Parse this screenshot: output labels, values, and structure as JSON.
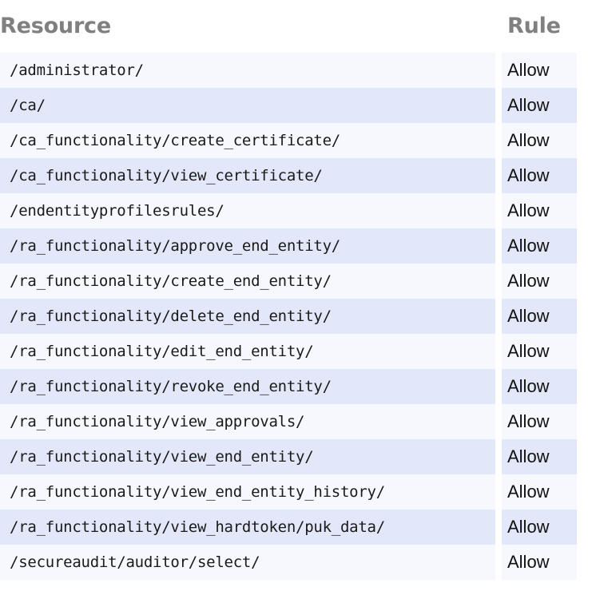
{
  "table": {
    "name": "access-rules-table",
    "columns": [
      {
        "key": "resource",
        "label": "Resource"
      },
      {
        "key": "rule",
        "label": "Rule"
      }
    ],
    "rows": [
      {
        "resource": "/administrator/",
        "rule": "Allow"
      },
      {
        "resource": "/ca/",
        "rule": "Allow"
      },
      {
        "resource": "/ca_functionality/create_certificate/",
        "rule": "Allow"
      },
      {
        "resource": "/ca_functionality/view_certificate/",
        "rule": "Allow"
      },
      {
        "resource": "/endentityprofilesrules/",
        "rule": "Allow"
      },
      {
        "resource": "/ra_functionality/approve_end_entity/",
        "rule": "Allow"
      },
      {
        "resource": "/ra_functionality/create_end_entity/",
        "rule": "Allow"
      },
      {
        "resource": "/ra_functionality/delete_end_entity/",
        "rule": "Allow"
      },
      {
        "resource": "/ra_functionality/edit_end_entity/",
        "rule": "Allow"
      },
      {
        "resource": "/ra_functionality/revoke_end_entity/",
        "rule": "Allow"
      },
      {
        "resource": "/ra_functionality/view_approvals/",
        "rule": "Allow"
      },
      {
        "resource": "/ra_functionality/view_end_entity/",
        "rule": "Allow"
      },
      {
        "resource": "/ra_functionality/view_end_entity_history/",
        "rule": "Allow"
      },
      {
        "resource": "/ra_functionality/view_hardtoken/puk_data/",
        "rule": "Allow"
      },
      {
        "resource": "/secureaudit/auditor/select/",
        "rule": "Allow"
      }
    ]
  },
  "colors": {
    "page_background": "#ffffff",
    "header_text": "#808080",
    "row_odd_background": "#f7f8fd",
    "row_even_background": "#e2e8fa",
    "cell_text": "#1a1a1a"
  }
}
